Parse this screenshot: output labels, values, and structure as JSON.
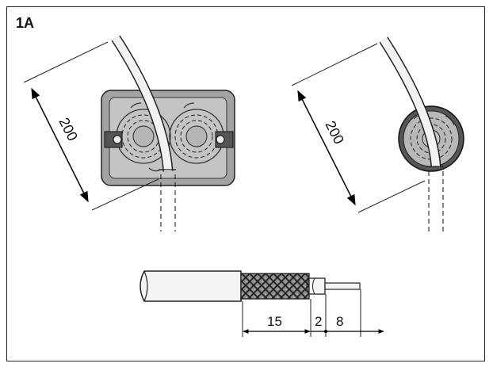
{
  "figure": {
    "label": "1A"
  },
  "box_rect": {
    "dim_label": "200"
  },
  "box_round": {
    "dim_label": "200"
  },
  "cable": {
    "dim_jacket": "15",
    "dim_dielectric": "2",
    "dim_core": "8"
  }
}
